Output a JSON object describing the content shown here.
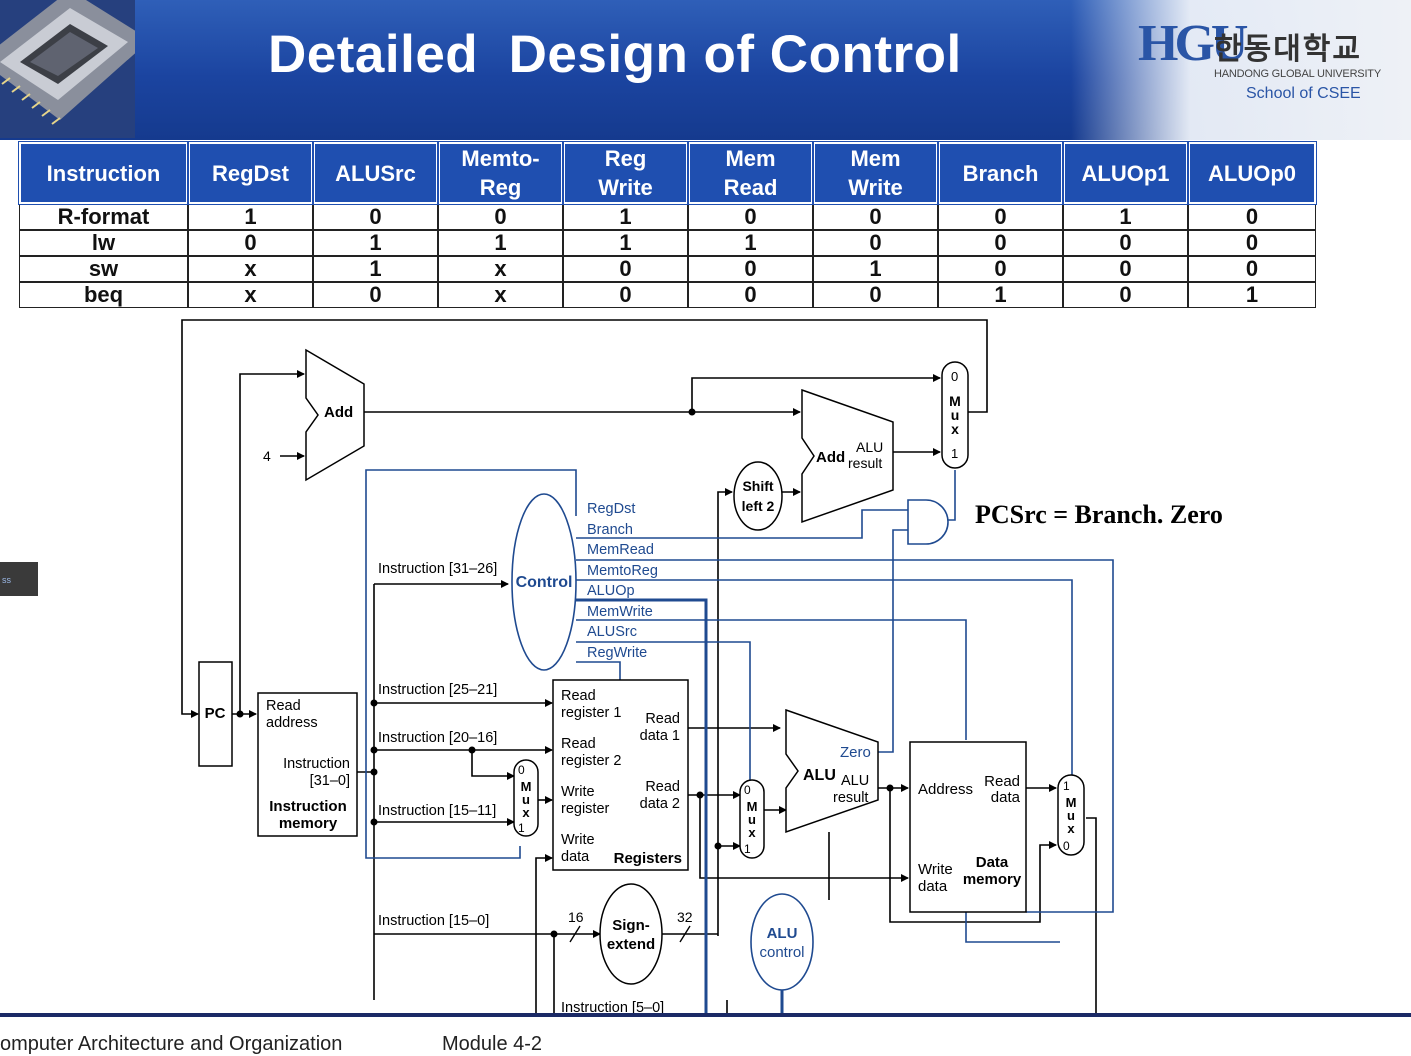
{
  "slide": {
    "title": "Detailed  Design of Control",
    "logo": {
      "emblem": "HGU",
      "korean": "한동대학교",
      "english": "HANDONG GLOBAL UNIVERSITY",
      "department": "School of CSEE"
    },
    "side_tab": "ss"
  },
  "table": {
    "headers": [
      "Instruction",
      "RegDst",
      "ALUSrc",
      "Memto-Reg",
      "Reg Write",
      "Mem Read",
      "Mem Write",
      "Branch",
      "ALUOp1",
      "ALUOp0"
    ],
    "header_lines": [
      [
        "Instruction"
      ],
      [
        "RegDst"
      ],
      [
        "ALUSrc"
      ],
      [
        "Memto-",
        "Reg"
      ],
      [
        "Reg",
        "Write"
      ],
      [
        "Mem",
        "Read"
      ],
      [
        "Mem",
        "Write"
      ],
      [
        "Branch"
      ],
      [
        "ALUOp1"
      ],
      [
        "ALUOp0"
      ]
    ],
    "rows": [
      [
        "R-format",
        "1",
        "0",
        "0",
        "1",
        "0",
        "0",
        "0",
        "1",
        "0"
      ],
      [
        "lw",
        "0",
        "1",
        "1",
        "1",
        "1",
        "0",
        "0",
        "0",
        "0"
      ],
      [
        "sw",
        "x",
        "1",
        "x",
        "0",
        "0",
        "1",
        "0",
        "0",
        "0"
      ],
      [
        "beq",
        "x",
        "0",
        "x",
        "0",
        "0",
        "0",
        "1",
        "0",
        "1"
      ]
    ]
  },
  "diagram": {
    "pc": "PC",
    "add_top": "Add",
    "const_four": "4",
    "add_branch": "Add",
    "alu_result_lines": [
      "ALU",
      "result"
    ],
    "shift_lines": [
      "Shift",
      "left 2"
    ],
    "control": "Control",
    "control_signals": [
      "RegDst",
      "Branch",
      "MemRead",
      "MemtoReg",
      "ALUOp",
      "MemWrite",
      "ALUSrc",
      "RegWrite"
    ],
    "pcsrc_eq": "PCSrc = Branch. Zero",
    "instr_mem": {
      "read_addr": [
        "Read",
        "address"
      ],
      "instruction": [
        "Instruction",
        "[31–0]"
      ],
      "title": [
        "Instruction",
        "memory"
      ]
    },
    "fields": [
      "Instruction [31–26]",
      "Instruction [25–21]",
      "Instruction [20–16]",
      "Instruction [15–11]",
      "Instruction [15–0]",
      "Instruction [5–0]"
    ],
    "registers": {
      "rr1": [
        "Read",
        "register 1"
      ],
      "rr2": [
        "Read",
        "register 2"
      ],
      "wr": [
        "Write",
        "register"
      ],
      "wd": [
        "Write",
        "data"
      ],
      "rd1": [
        "Read",
        "data 1"
      ],
      "rd2": [
        "Read",
        "data 2"
      ],
      "title": "Registers"
    },
    "mux_letters": [
      "M",
      "u",
      "x"
    ],
    "mux_inputs": [
      "0",
      "1"
    ],
    "alu": "ALU",
    "zero": "Zero",
    "alu_result": [
      "ALU",
      "result"
    ],
    "data_mem": {
      "address": "Address",
      "read_data": [
        "Read",
        "data"
      ],
      "write_data": [
        "Write",
        "data"
      ],
      "title": [
        "Data",
        "memory"
      ]
    },
    "sign_extend": [
      "Sign-",
      "extend"
    ],
    "bits_16": "16",
    "bits_32": "32",
    "alu_control": [
      "ALU",
      "control"
    ]
  },
  "footer": {
    "course": "omputer Architecture and Organization",
    "module": "Module 4-2"
  },
  "colors": {
    "banner": "#1b44a0",
    "header_cell": "#1f4fb0",
    "control_line": "#1f4a90",
    "wire": "#000000"
  }
}
